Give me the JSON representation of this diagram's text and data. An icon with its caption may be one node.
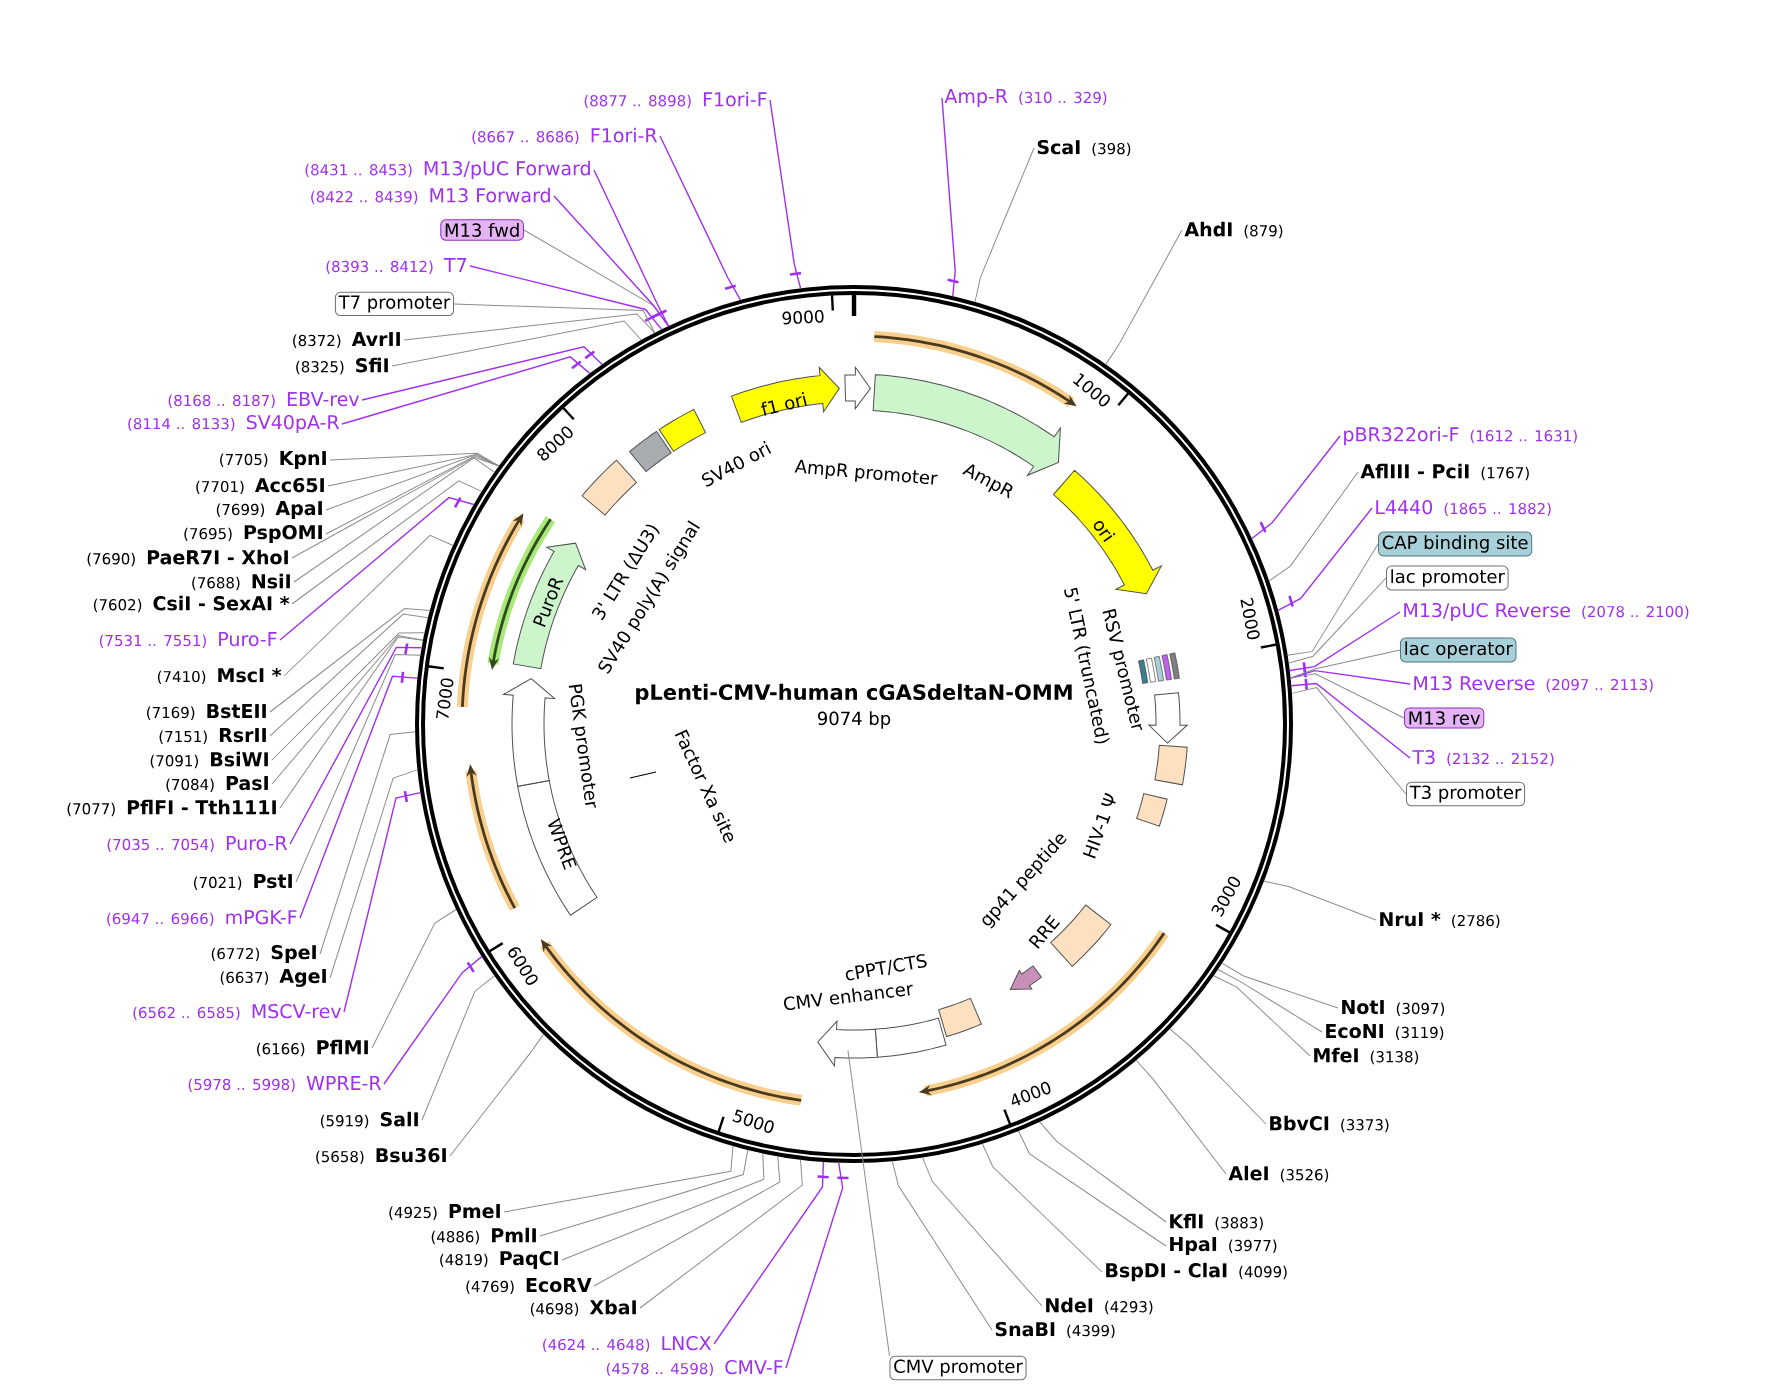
{
  "diagram": {
    "title": "pLenti-CMV-human cGASdeltaN-OMM",
    "nodes": [
      {
        "text": [],
        "shape": "circle"
      },
      {
        "text": [
          "f1 ori"
        ],
        "in": 0
      },
      {
        "text": [
          "AmpR promoter"
        ],
        "in": 0
      },
      {
        "text": [
          "AmpR"
        ],
        "in": 0
      },
      {
        "text": [
          "ori"
        ],
        "in": 0
      },
      {
        "text": [
          "RSV promoter"
        ],
        "in": 0
      },
      {
        "text": [
          "5' LTR (truncated)"
        ],
        "in": 0
      },
      {
        "text": [
          "HIV-1 Ψ"
        ],
        "in": 0
      },
      {
        "text": [
          "RRE"
        ],
        "in": 0
      },
      {
        "text": [
          "gp41 peptide"
        ],
        "in": 0
      },
      {
        "text": [
          "cPPT/CTS"
        ],
        "in": 0
      },
      {
        "text": [
          "CMV enhancer"
        ],
        "in": 0
      },
      {
        "text": [],
        "shape": "arrow",
        "in": 0
      },
      {
        "text": [
          "WPRE"
        ],
        "in": 0
      },
      {
        "text": [
          "PGK promoter"
        ],
        "in": 0
      },
      {
        "text": [
          "PuroR"
        ],
        "in": 0
      },
      {
        "text": [
          "3' LTR (ΔU3)"
        ],
        "in": 0
      },
      {
        "text": [
          "SV40 poly(A) signal"
        ],
        "in": 0
      },
      {
        "text": [
          "SV40 ori"
        ],
        "in": 0
      },
      {
        "text": [
          "Factor Xa site"
        ],
        "in": 0
      },
      {
        "text": [
          "Amp-R",
          "(310 .. 329)"
        ]
      },
      {
        "text": [
          "ScaI",
          "(398)"
        ]
      },
      {
        "text": [
          "AhdI",
          "(879)"
        ]
      },
      {
        "text": [
          "pBR322ori-F",
          "(1612 .. 1631)"
        ]
      },
      {
        "text": [
          "AflIII - PciI",
          "(1767)"
        ]
      },
      {
        "text": [
          "L4440",
          "(1865 .. 1882)"
        ]
      },
      {
        "text": [
          "CAP binding site"
        ]
      },
      {
        "text": [
          "lac promoter"
        ]
      },
      {
        "text": [
          "M13/pUC Reverse",
          "(2078 .. 2100)"
        ]
      },
      {
        "text": [
          "lac operator"
        ]
      },
      {
        "text": [
          "M13 Reverse",
          "(2097 .. 2113)"
        ]
      },
      {
        "text": [
          "M13 rev"
        ]
      },
      {
        "text": [
          "T3",
          "(2132 .. 2152)"
        ]
      },
      {
        "text": [
          "T3 promoter"
        ]
      },
      {
        "text": [
          "NruI *",
          "(2786)"
        ]
      },
      {
        "text": [
          "NotI",
          "(3097)"
        ]
      },
      {
        "text": [
          "EcoNI",
          "(3119)"
        ]
      },
      {
        "text": [
          "MfeI",
          "(3138)"
        ]
      },
      {
        "text": [
          "BbvCI",
          "(3373)"
        ]
      },
      {
        "text": [
          "AleI",
          "(3526)"
        ]
      },
      {
        "text": [
          "KflI",
          "(3883)"
        ]
      },
      {
        "text": [
          "HpaI",
          "(3977)"
        ]
      },
      {
        "text": [
          "BspDI - ClaI",
          "(4099)"
        ]
      },
      {
        "text": [
          "NdeI",
          "(4293)"
        ]
      },
      {
        "text": [
          "SnaBI",
          "(4399)"
        ]
      },
      {
        "text": [
          "CMV promoter"
        ]
      },
      {
        "text": [
          "(4578 .. 4598)",
          "CMV-F"
        ]
      },
      {
        "text": [
          "(4624 .. 4648)",
          "LNCX"
        ]
      },
      {
        "text": [
          "(4698)",
          "XbaI"
        ]
      },
      {
        "text": [
          "(4769)",
          "EcoRV"
        ]
      },
      {
        "text": [
          "(4819)",
          "PaqCI"
        ]
      },
      {
        "text": [
          "(4886)",
          "PmlI"
        ]
      },
      {
        "text": [
          "(4925)",
          "PmeI"
        ]
      },
      {
        "text": [
          "(5658)",
          "Bsu36I"
        ]
      },
      {
        "text": [
          "(5919)",
          "SalI"
        ]
      },
      {
        "text": [
          "(5978 .. 5998)",
          "WPRE-R"
        ]
      },
      {
        "text": [
          "(6166)",
          "PflMI"
        ]
      },
      {
        "text": [
          "(6562 .. 6585)",
          "MSCV-rev"
        ]
      },
      {
        "text": [
          "(6637)",
          "AgeI"
        ]
      },
      {
        "text": [
          "(6772)",
          "SpeI"
        ]
      },
      {
        "text": [
          "(6947 .. 6966)",
          "mPGK-F"
        ]
      },
      {
        "text": [
          "(7021)",
          "PstI"
        ]
      },
      {
        "text": [
          "(7035 .. 7054)",
          "Puro-R"
        ]
      },
      {
        "text": [
          "(7077)",
          "PflFI - Tth111I"
        ]
      },
      {
        "text": [
          "(7084)",
          "PasI"
        ]
      },
      {
        "text": [
          "(7091)",
          "BsiWI"
        ]
      },
      {
        "text": [
          "(7151)",
          "RsrII"
        ]
      },
      {
        "text": [
          "(7169)",
          "BstEII"
        ]
      },
      {
        "text": [
          "(7410)",
          "MscI *"
        ]
      },
      {
        "text": [
          "(7531 .. 7551)",
          "Puro-F"
        ]
      },
      {
        "text": [
          "(7602)",
          "CsiI - SexAI *"
        ]
      },
      {
        "text": [
          "(7688)",
          "NsiI"
        ]
      },
      {
        "text": [
          "(7690)",
          "PaeR7I - XhoI"
        ]
      },
      {
        "text": [
          "(7695)",
          "PspOMI"
        ]
      },
      {
        "text": [
          "(7699)",
          "ApaI"
        ]
      },
      {
        "text": [
          "(7701)",
          "Acc65I"
        ]
      },
      {
        "text": [
          "(7705)",
          "KpnI"
        ]
      },
      {
        "text": [
          "(8114 .. 8133)",
          "SV40pA-R"
        ]
      },
      {
        "text": [
          "(8168 .. 8187)",
          "EBV-rev"
        ]
      },
      {
        "text": [
          "(8325)",
          "SfiI"
        ]
      },
      {
        "text": [
          "(8372)",
          "AvrII"
        ]
      },
      {
        "text": [
          "T7 promoter"
        ]
      },
      {
        "text": [
          "(8393 .. 8412)",
          "T7"
        ]
      },
      {
        "text": [
          "M13 fwd"
        ]
      },
      {
        "text": [
          "(8422 .. 8439)",
          "M13 Forward"
        ]
      },
      {
        "text": [
          "(8431 .. 8453)",
          "M13/pUC Forward"
        ]
      },
      {
        "text": [
          "(8667 .. 8686)",
          "F1ori-R"
        ]
      },
      {
        "text": [
          "(8877 .. 8898)",
          "F1ori-F"
        ]
      }
    ],
    "edges": [
      {
        "from": 20,
        "to": 0,
        "arrow": "none",
        "color": "#a030f0"
      },
      {
        "from": 21,
        "to": 0,
        "arrow": "none"
      },
      {
        "from": 22,
        "to": 0,
        "arrow": "none"
      },
      {
        "from": 23,
        "to": 0,
        "arrow": "none",
        "color": "#a030f0"
      },
      {
        "from": 24,
        "to": 0,
        "arrow": "none"
      },
      {
        "from": 25,
        "to": 0,
        "arrow": "none",
        "color": "#a030f0"
      },
      {
        "from": 26,
        "to": 0,
        "arrow": "none"
      },
      {
        "from": 27,
        "to": 0,
        "arrow": "none"
      },
      {
        "from": 28,
        "to": 0,
        "arrow": "none",
        "color": "#a030f0"
      },
      {
        "from": 29,
        "to": 0,
        "arrow": "none"
      },
      {
        "from": 30,
        "to": 0,
        "arrow": "none",
        "color": "#a030f0"
      },
      {
        "from": 31,
        "to": 0,
        "arrow": "none"
      },
      {
        "from": 32,
        "to": 0,
        "arrow": "none",
        "color": "#a030f0"
      },
      {
        "from": 33,
        "to": 0,
        "arrow": "none"
      },
      {
        "from": 34,
        "to": 0,
        "arrow": "none"
      },
      {
        "from": 35,
        "to": 0,
        "arrow": "none"
      },
      {
        "from": 36,
        "to": 0,
        "arrow": "none"
      },
      {
        "from": 37,
        "to": 0,
        "arrow": "none"
      },
      {
        "from": 38,
        "to": 0,
        "arrow": "none"
      },
      {
        "from": 39,
        "to": 0,
        "arrow": "none"
      },
      {
        "from": 40,
        "to": 0,
        "arrow": "none"
      },
      {
        "from": 41,
        "to": 0,
        "arrow": "none"
      },
      {
        "from": 42,
        "to": 0,
        "arrow": "none"
      },
      {
        "from": 43,
        "to": 0,
        "arrow": "none"
      },
      {
        "from": 44,
        "to": 0,
        "arrow": "none"
      },
      {
        "from": 45,
        "to": 12,
        "arrow": "none"
      },
      {
        "from": 46,
        "to": 0,
        "arrow": "none",
        "color": "#a030f0"
      },
      {
        "from": 47,
        "to": 0,
        "arrow": "none",
        "color": "#a030f0"
      },
      {
        "from": 48,
        "to": 0,
        "arrow": "none"
      },
      {
        "from": 49,
        "to": 0,
        "arrow": "none"
      },
      {
        "from": 50,
        "to": 0,
        "arrow": "none"
      },
      {
        "from": 51,
        "to": 0,
        "arrow": "none"
      },
      {
        "from": 52,
        "to": 0,
        "arrow": "none"
      },
      {
        "from": 53,
        "to": 0,
        "arrow": "none"
      },
      {
        "from": 54,
        "to": 0,
        "arrow": "none"
      },
      {
        "from": 55,
        "to": 0,
        "arrow": "none",
        "color": "#a030f0"
      },
      {
        "from": 56,
        "to": 0,
        "arrow": "none"
      },
      {
        "from": 57,
        "to": 0,
        "arrow": "none",
        "color": "#a030f0"
      },
      {
        "from": 58,
        "to": 0,
        "arrow": "none"
      },
      {
        "from": 59,
        "to": 0,
        "arrow": "none"
      },
      {
        "from": 60,
        "to": 0,
        "arrow": "none",
        "color": "#a030f0"
      },
      {
        "from": 61,
        "to": 0,
        "arrow": "none"
      },
      {
        "from": 62,
        "to": 0,
        "arrow": "none",
        "color": "#a030f0"
      },
      {
        "from": 63,
        "to": 0,
        "arrow": "none"
      },
      {
        "from": 64,
        "to": 0,
        "arrow": "none"
      },
      {
        "from": 65,
        "to": 0,
        "arrow": "none"
      },
      {
        "from": 66,
        "to": 0,
        "arrow": "none"
      },
      {
        "from": 67,
        "to": 0,
        "arrow": "none"
      },
      {
        "from": 68,
        "to": 0,
        "arrow": "none"
      },
      {
        "from": 69,
        "to": 0,
        "arrow": "none",
        "color": "#a030f0"
      },
      {
        "from": 70,
        "to": 0,
        "arrow": "none"
      },
      {
        "from": 71,
        "to": 0,
        "arrow": "none"
      },
      {
        "from": 72,
        "to": 0,
        "arrow": "none"
      },
      {
        "from": 73,
        "to": 0,
        "arrow": "none"
      },
      {
        "from": 74,
        "to": 0,
        "arrow": "none"
      },
      {
        "from": 75,
        "to": 0,
        "arrow": "none"
      },
      {
        "from": 76,
        "to": 0,
        "arrow": "none"
      },
      {
        "from": 77,
        "to": 0,
        "arrow": "none",
        "color": "#a030f0"
      },
      {
        "from": 78,
        "to": 0,
        "arrow": "none",
        "color": "#a030f0"
      },
      {
        "from": 79,
        "to": 0,
        "arrow": "none"
      },
      {
        "from": 80,
        "to": 0,
        "arrow": "none"
      },
      {
        "from": 81,
        "to": 0,
        "arrow": "none"
      },
      {
        "from": 82,
        "to": 0,
        "arrow": "none",
        "color": "#a030f0"
      },
      {
        "from": 83,
        "to": 0,
        "arrow": "none"
      },
      {
        "from": 84,
        "to": 0,
        "arrow": "none",
        "color": "#a030f0"
      },
      {
        "from": 85,
        "to": 0,
        "arrow": "none",
        "color": "#a030f0"
      },
      {
        "from": 86,
        "to": 0,
        "arrow": "none",
        "color": "#a030f0"
      },
      {
        "from": 87,
        "to": 0,
        "arrow": "none",
        "color": "#a030f0"
      }
    ],
    "labels": [
      "9074 bp",
      "1000",
      "2000",
      "3000",
      "4000",
      "5000",
      "6000",
      "7000",
      "8000",
      "9000"
    ]
  }
}
